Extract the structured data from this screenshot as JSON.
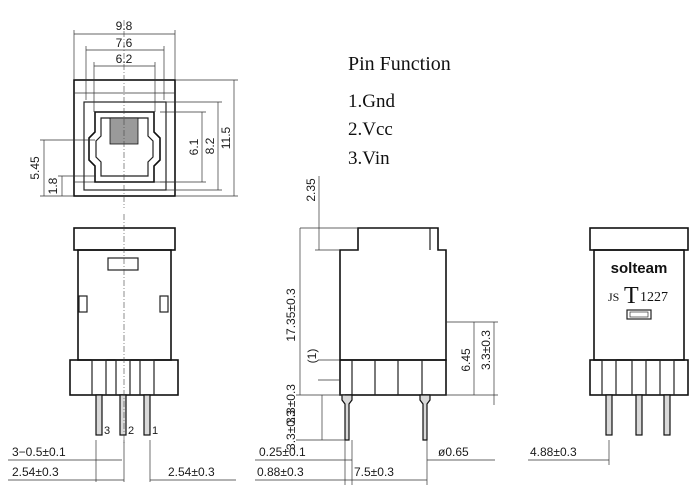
{
  "pin_function": {
    "title": "Pin Function",
    "pins": [
      "1.Gnd",
      "2.Vcc",
      "3.Vin"
    ]
  },
  "front_view": {
    "width_outer": "9.8",
    "width_mid": "7.6",
    "width_inner": "6.2",
    "h_61": "6.1",
    "h_82": "8.2",
    "h_115": "11.5",
    "h_545": "5.45",
    "h_18": "1.8"
  },
  "pin_view": {
    "pin_labels": [
      "3",
      "2",
      "1"
    ],
    "pin_dia": "3−0.5±0.1",
    "pitch_left": "2.54±0.3",
    "pitch_right": "2.54±0.3"
  },
  "side_view": {
    "top": "2.35",
    "height": "17.35±0.3",
    "one": "(1)",
    "lower": "3.3±0.3",
    "lower2": "3.3±0.3",
    "h645": "6.45",
    "h33r": "3.3±0.3",
    "w025": "0.25±0.1",
    "w088": "0.88±0.3",
    "w75": "7.5±0.3",
    "dia065": "ø0.65"
  },
  "back_view": {
    "brand": "solteam",
    "mark_left": "JS",
    "mark_big": "T",
    "mark_num": "1227",
    "offset": "4.88±0.3"
  }
}
